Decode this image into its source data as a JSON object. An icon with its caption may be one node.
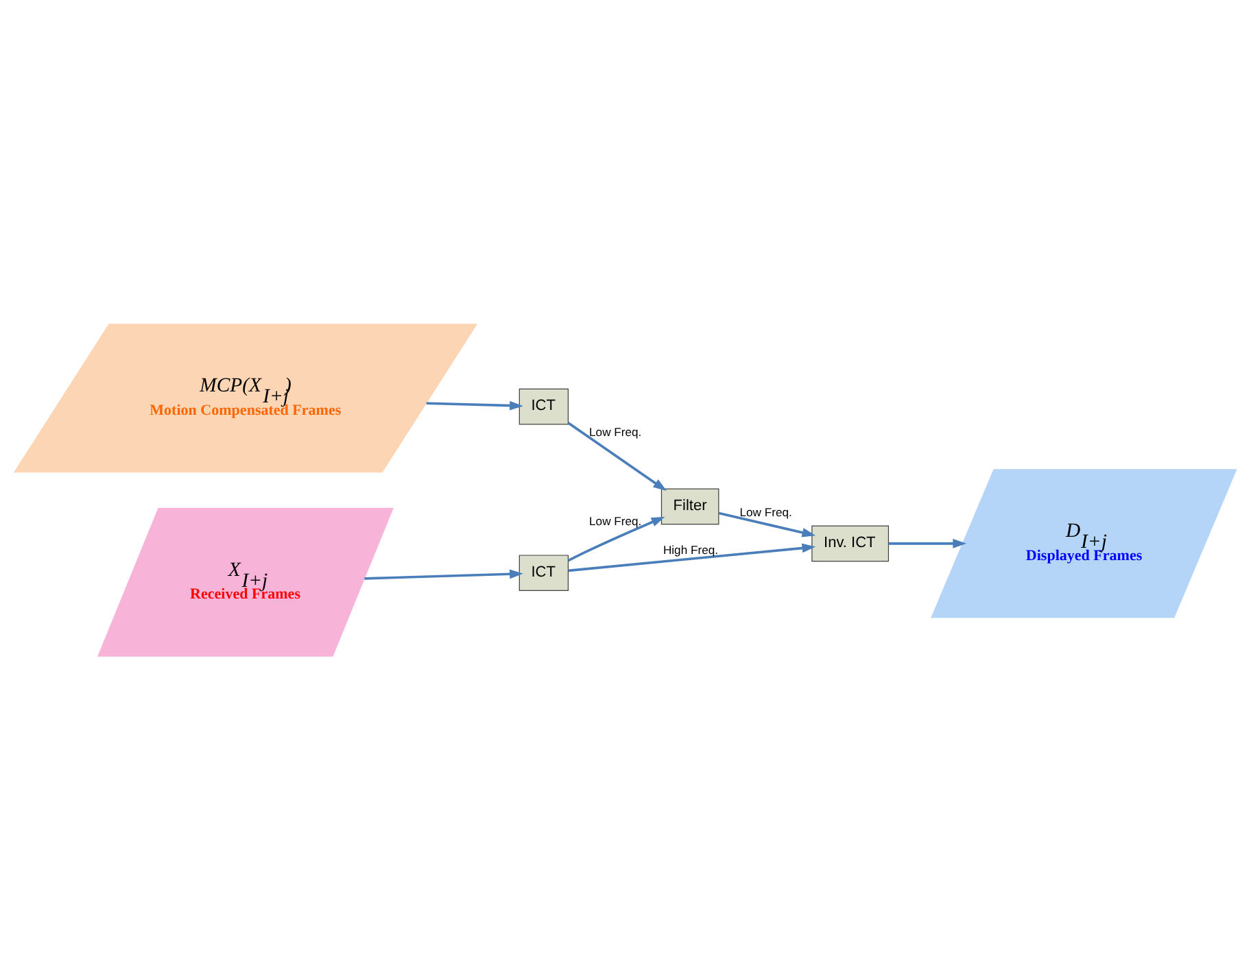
{
  "diagram": {
    "nodes": [
      {
        "text": [
          "MCP(X$_{I+j}$)",
          "Motion Compensated Frames"
        ]
      },
      {
        "text": [
          "ICT"
        ]
      },
      {
        "text": [
          "Filter"
        ]
      },
      {
        "text": [
          "Inv. ICT"
        ]
      },
      {
        "text": [
          "D$_{I+j}$",
          "Displayed Frames"
        ]
      },
      {
        "text": [
          "ICT"
        ]
      },
      {
        "text": [
          "X$_{I+j}$",
          "Received Frames"
        ]
      }
    ],
    "edges": [
      {
        "from": 0,
        "to": 1,
        "arrow": "to"
      },
      {
        "from": 1,
        "to": 2,
        "arrow": "to",
        "label": "Low Freq."
      },
      {
        "from": 2,
        "to": 3,
        "arrow": "to",
        "label": "Low Freq."
      },
      {
        "from": 3,
        "to": 4,
        "arrow": "to"
      },
      {
        "from": 5,
        "to": 2,
        "arrow": "to",
        "label": "Low Freq."
      },
      {
        "from": 5,
        "to": 3,
        "arrow": "to",
        "label": "High Freq."
      },
      {
        "from": 6,
        "to": 5,
        "arrow": "to"
      }
    ]
  }
}
